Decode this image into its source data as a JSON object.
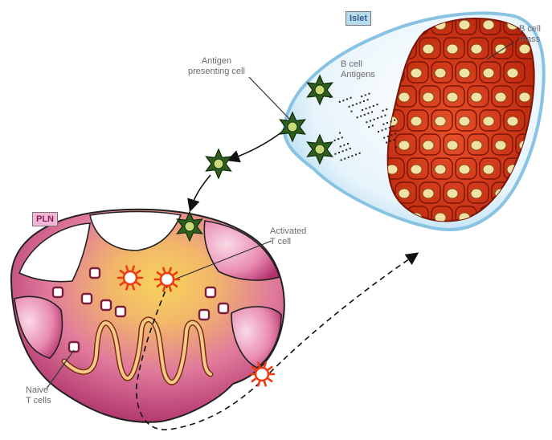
{
  "labels": {
    "islet": "Islet",
    "pln": "PLN",
    "antigen_presenting_cell": [
      "Antigen",
      "presenting cell"
    ],
    "b_cell_antigens": [
      "B cell",
      "Antigens"
    ],
    "b_cell_mass": [
      "B cell",
      "mass"
    ],
    "activated_t_cell": [
      "Activated",
      "T cell"
    ],
    "naive_t_cells": [
      "Naive",
      "T cells"
    ]
  },
  "colors": {
    "islet_fill": "#cfe8f6",
    "islet_outline": "#8ec6e6",
    "b_cell_mass": "#c8300f",
    "b_cell_highlight": "#f0e2a6",
    "pln_magenta": "#b0306e",
    "pln_pink": "#f4b5cf",
    "pln_yellow": "#f3c94a",
    "apc_green": "#2f5f1f",
    "apc_light": "#c9d97a",
    "activated_t_cell": "#f03a12",
    "naive_t_cell": "#7a1e3c"
  },
  "icons": [
    "antigen-presenting-cell-icon",
    "activated-t-cell-icon",
    "naive-t-cell-icon",
    "arrow-icon"
  ]
}
